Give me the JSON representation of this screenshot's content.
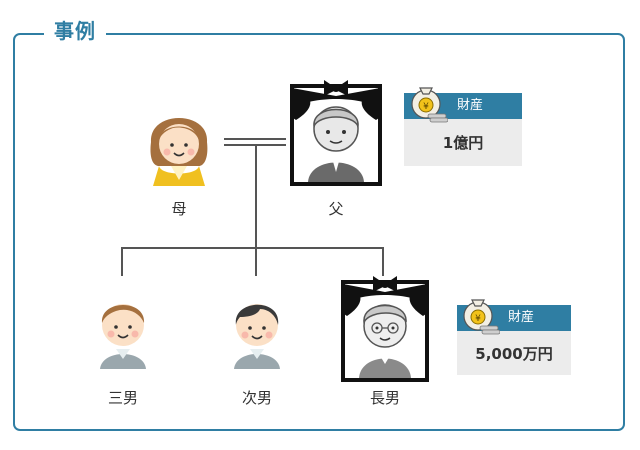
{
  "title": "事例",
  "people": {
    "mother": "母",
    "father": "父",
    "son3": "三男",
    "son2": "次男",
    "son1": "長男"
  },
  "assets": {
    "father": {
      "label": "財産",
      "amount": "1億円"
    },
    "eldest": {
      "label": "財産",
      "amount": "5,000万円"
    }
  },
  "colors": {
    "accent": "#2f7ea3",
    "line": "#555555",
    "box": "#ececec"
  }
}
